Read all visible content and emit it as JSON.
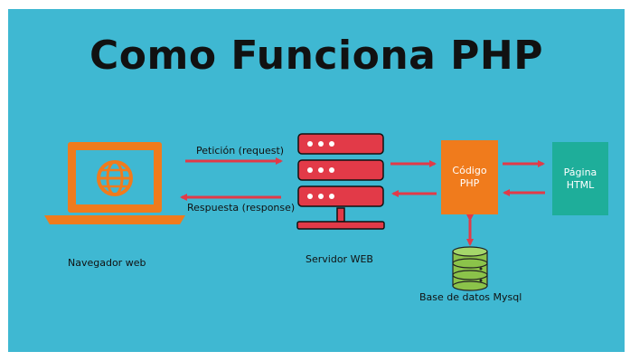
{
  "title": "Como Funciona PHP",
  "labels": {
    "request": "Petición (request)",
    "response": "Respuesta (response)",
    "browser": "Navegador web",
    "server": "Servidor WEB",
    "database": "Base de datos Mysql"
  },
  "boxes": {
    "php_line1": "Código",
    "php_line2": "PHP",
    "html_line1": "Página",
    "html_line2": "HTML"
  },
  "colors": {
    "background": "#3fb8d2",
    "laptop": "#f07b1c",
    "server": "#e23a48",
    "php_box": "#f07b1c",
    "html_box": "#1eae9a",
    "arrow": "#e23a48",
    "database": "#8bc34a"
  },
  "icons": {
    "browser": "laptop-globe-icon",
    "server": "server-stack-icon",
    "database": "database-icon"
  }
}
